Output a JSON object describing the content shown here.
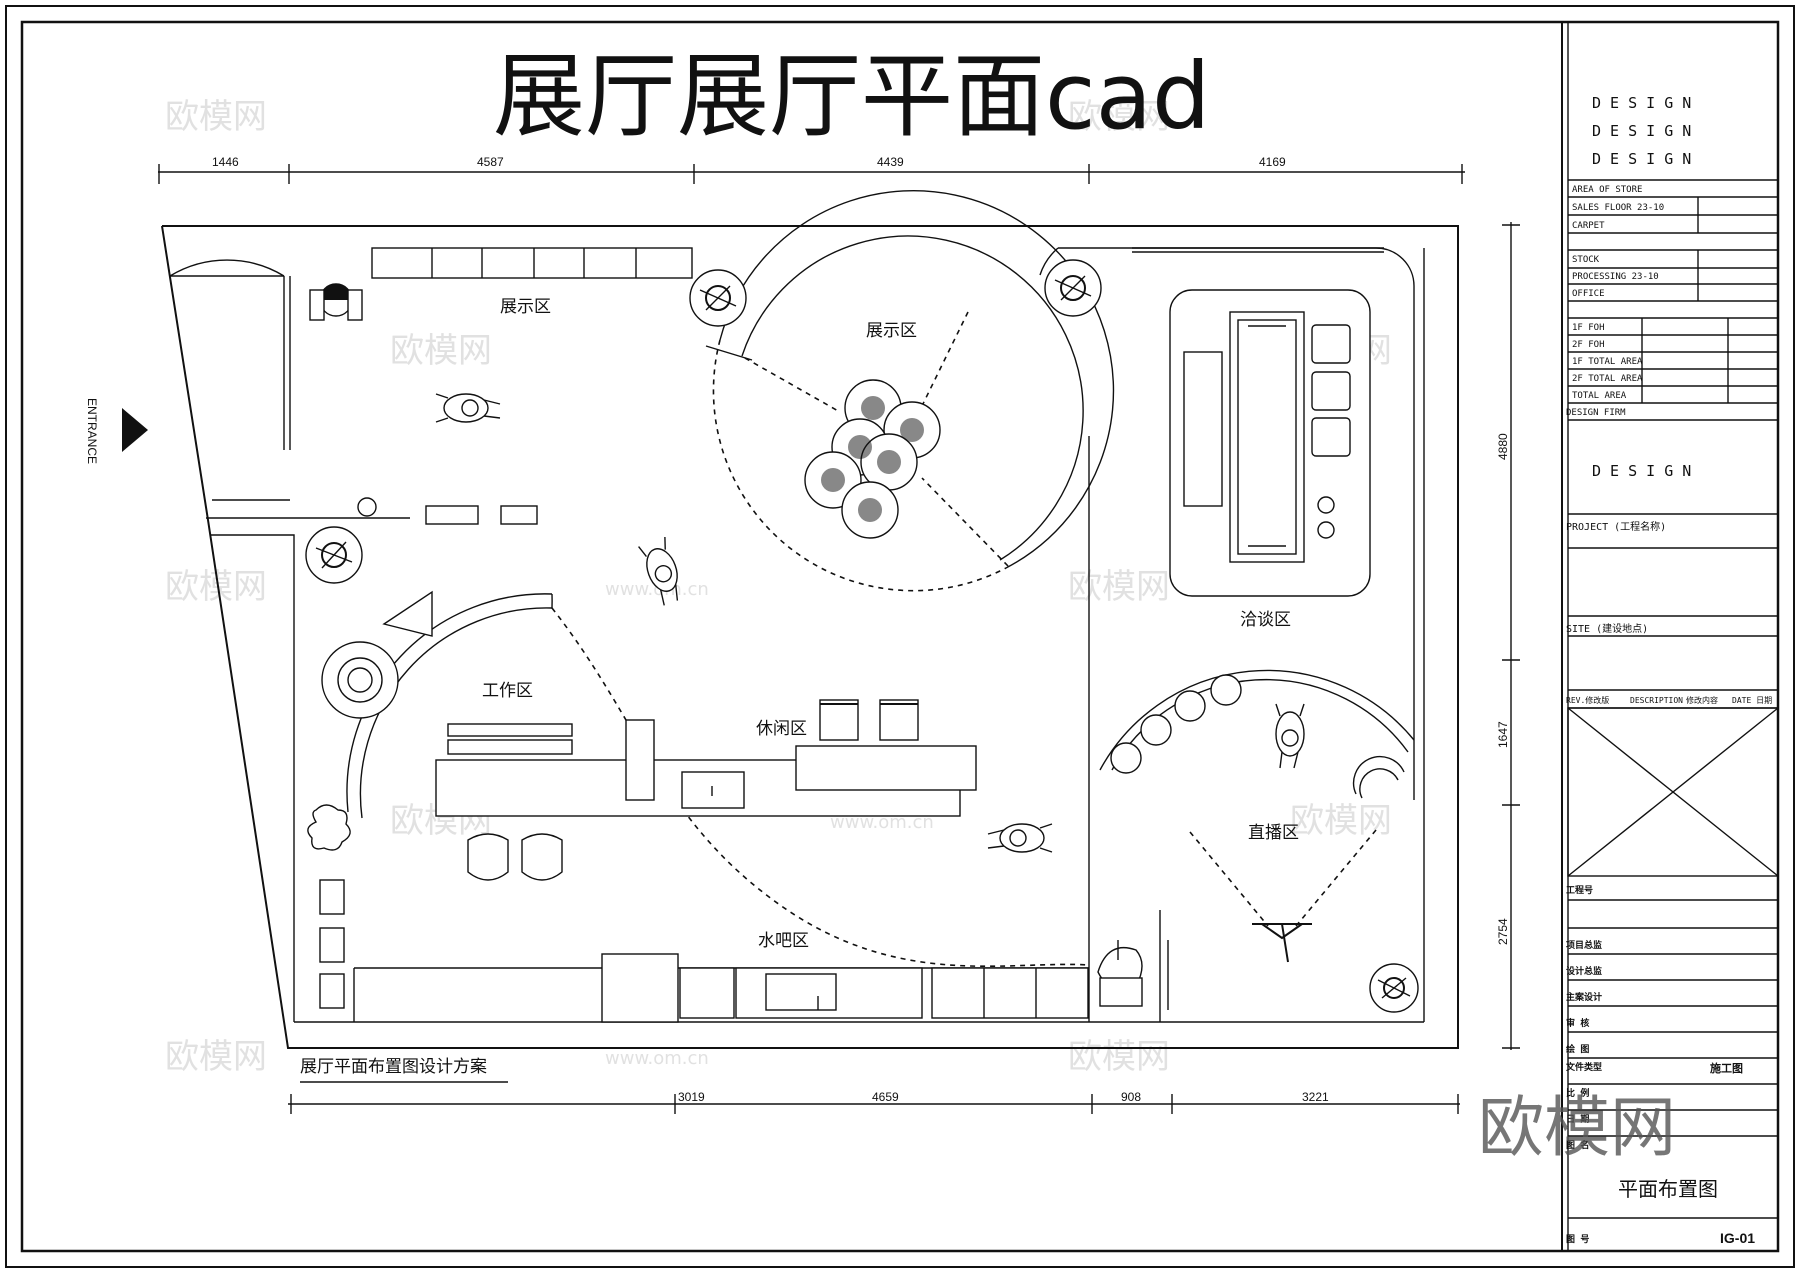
{
  "title": "展厅展厅平面cad",
  "subtitle": "展厅平面布置图设计方案",
  "entrance_label": "ENTRANCE",
  "zones": {
    "display_left": "展示区",
    "display_circle": "展示区",
    "negotiation": "洽谈区",
    "work": "工作区",
    "leisure": "休闲区",
    "water_bar": "水吧区",
    "live": "直播区"
  },
  "dimensions": {
    "top": [
      "1446",
      "4587",
      "4439",
      "4169"
    ],
    "bottom": [
      "3019",
      "4659",
      "908",
      "3221"
    ],
    "right": [
      "4880",
      "1647",
      "2754"
    ]
  },
  "title_block": {
    "design_lines": [
      "D E S I G N",
      "D E S I G N",
      "D E S I G N"
    ],
    "rows": [
      "AREA OF STORE",
      "SALES FLOOR 23-10",
      "CARPET",
      "STOCK",
      "PROCESSING 23-10",
      "OFFICE",
      "1F FOH",
      "2F FOH",
      "1F TOTAL AREA",
      "2F TOTAL AREA",
      "TOTAL AREA"
    ],
    "design_firm": "DESIGN FIRM",
    "design_firm_value": "D E S I G N",
    "project": "PROJECT (工程名称)",
    "site": "SITE  (建设地点)",
    "rev_headers": [
      "REV.修改版",
      "DESCRIPTION",
      "修改内容",
      "DATE 日期"
    ],
    "sign_rows": [
      "工程号",
      "项目总监",
      "设计总监",
      "主案设计",
      "审 核",
      "绘 图",
      "文件类型",
      "比 例",
      "日 期",
      "图 名"
    ],
    "file_type_value": "施工图",
    "drawing_name": "平面布置图",
    "drawing_no_label": "图 号",
    "drawing_no": "IG-01"
  },
  "watermark": "欧模网",
  "watermark_url": "www.om.cn"
}
